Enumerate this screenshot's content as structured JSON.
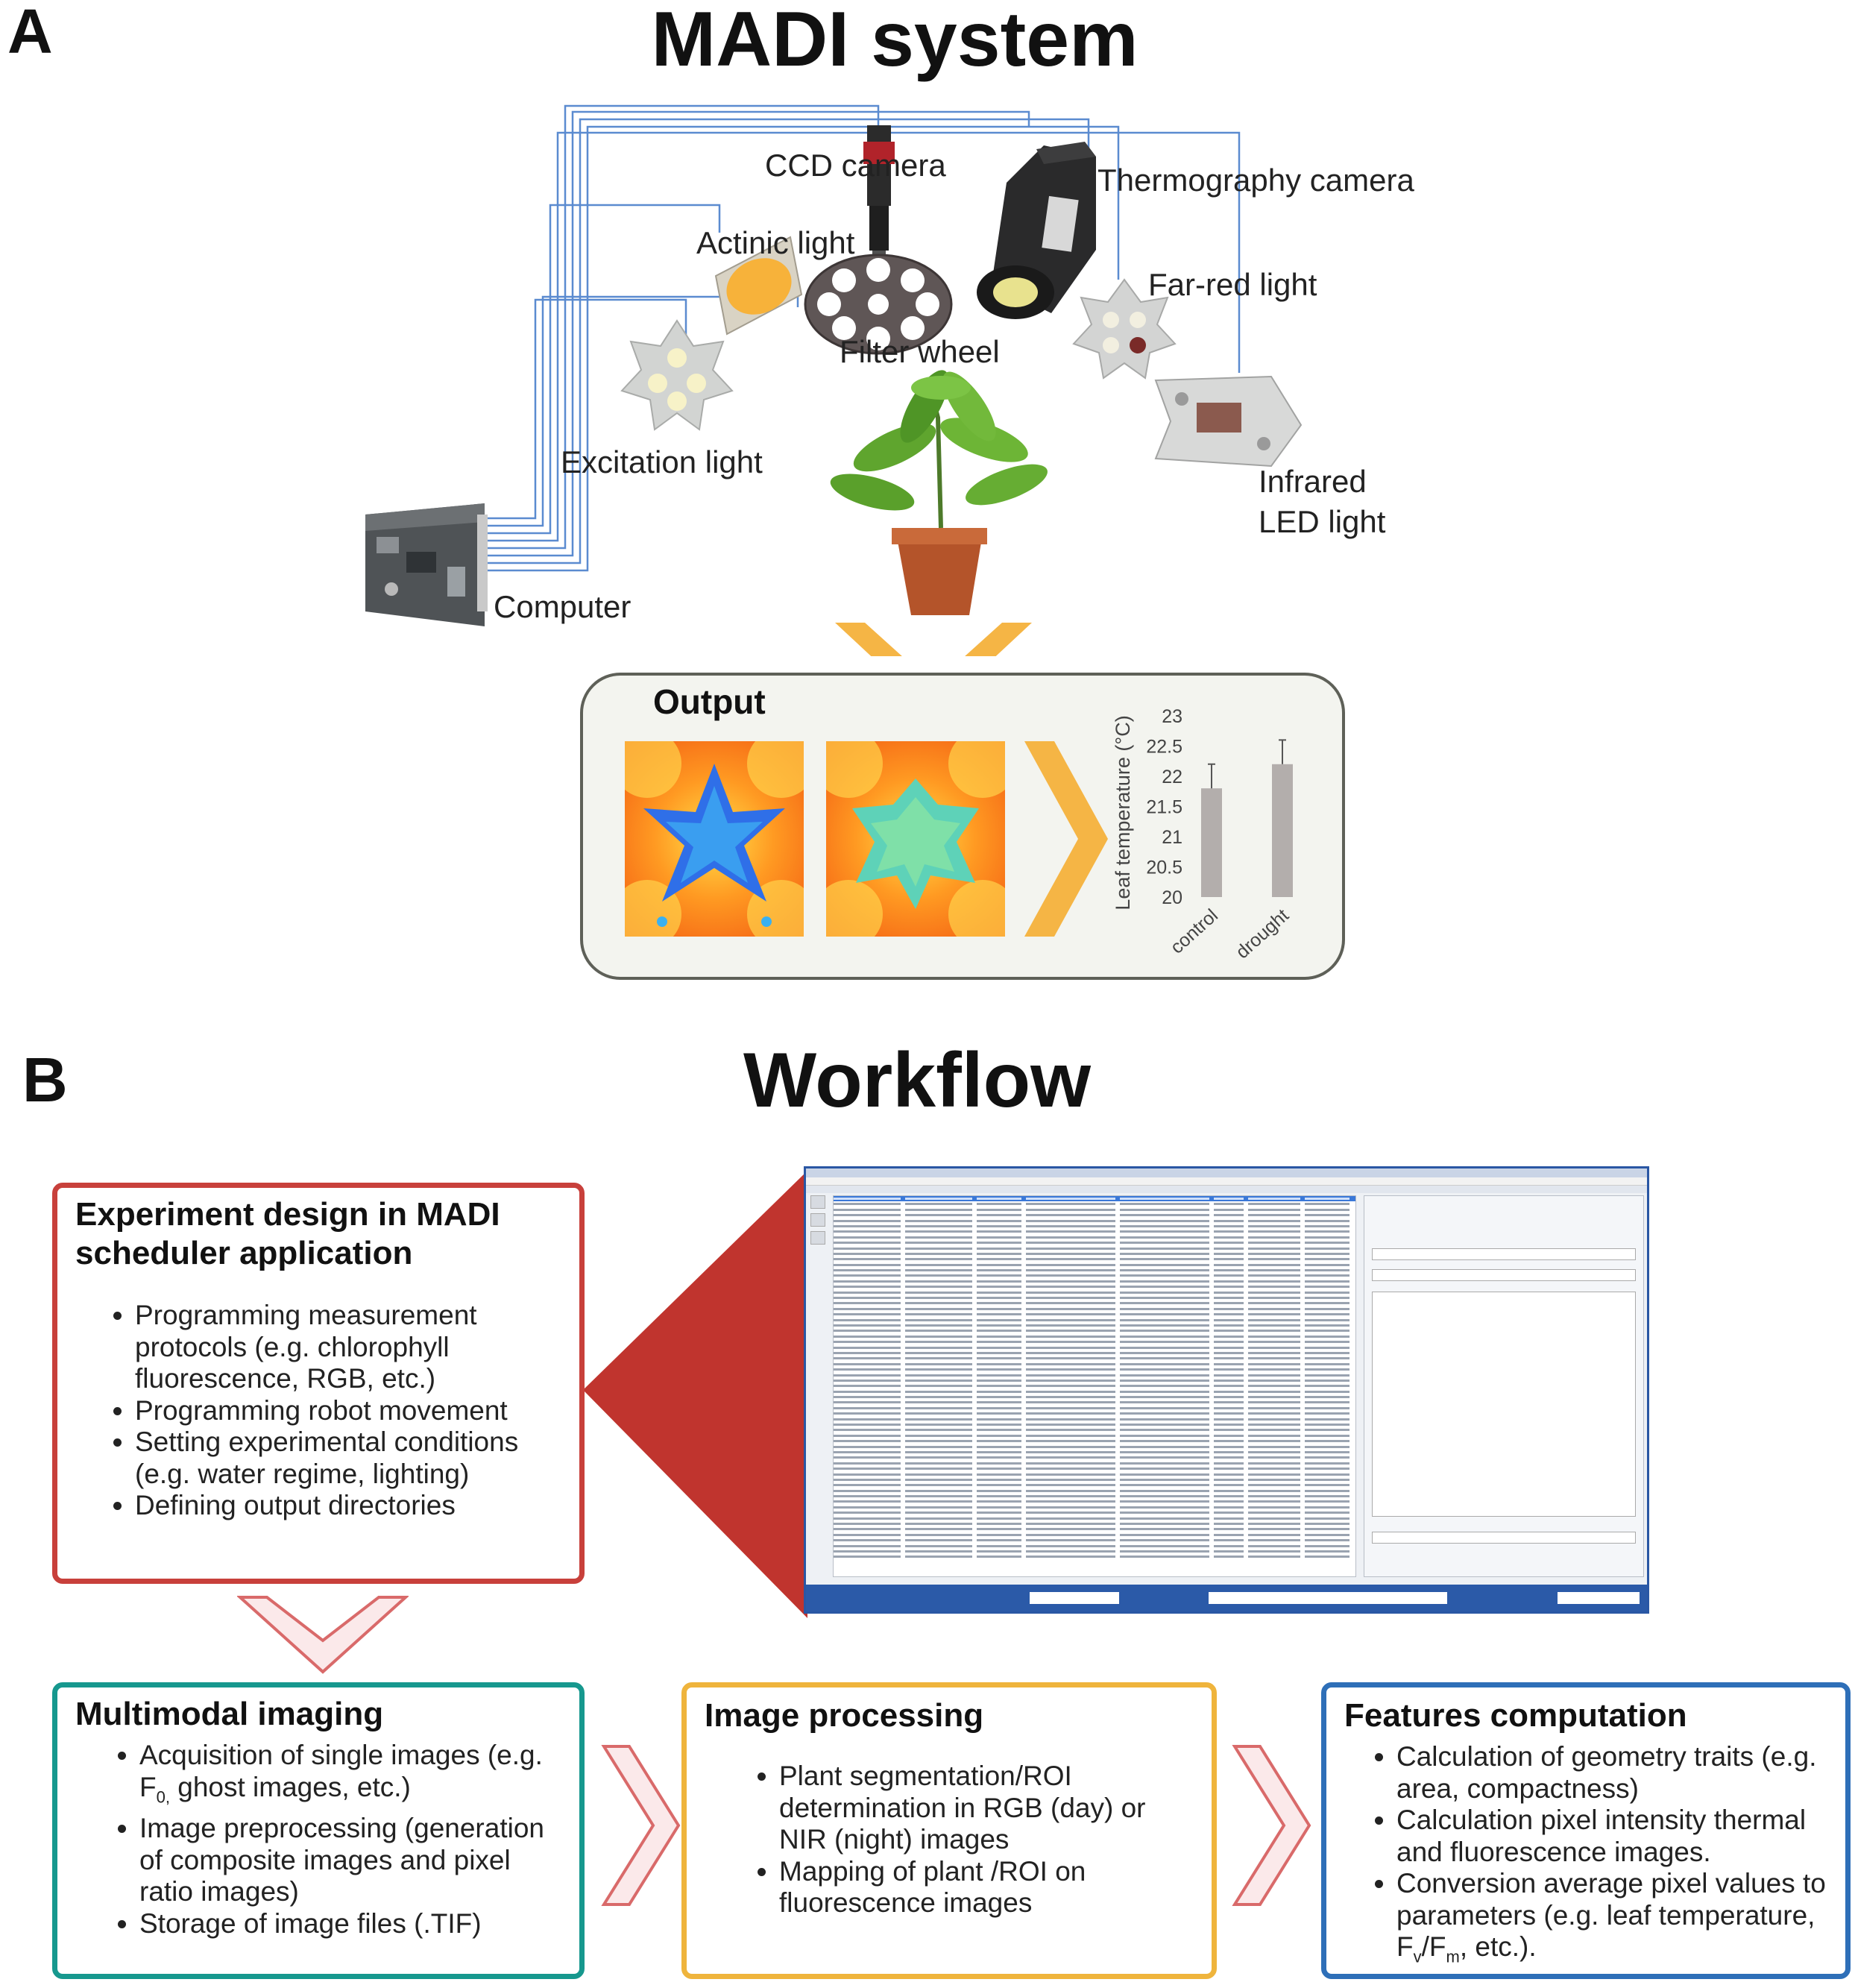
{
  "panel_a": {
    "letter": "A",
    "title": "MADI system",
    "labels": {
      "ccd_camera": "CCD camera",
      "thermography_camera": "Thermography camera",
      "actinic_light": "Actinic light",
      "far_red_light": "Far-red light",
      "filter_wheel": "Filter wheel",
      "excitation_light": "Excitation light",
      "infrared_led_line1": "Infrared",
      "infrared_led_line2": "LED light",
      "computer": "Computer"
    },
    "output_label": "Output"
  },
  "chart_data": {
    "type": "bar",
    "categories": [
      "control",
      "drought"
    ],
    "values": [
      21.8,
      22.2
    ],
    "errors": [
      0.4,
      0.4
    ],
    "ylabel": "Leaf temperature (°C)",
    "ylim": [
      20,
      23
    ],
    "yticks": [
      "23",
      "22.5",
      "22",
      "21.5",
      "21",
      "20.5",
      "20"
    ],
    "bar_color": "#b3aeac",
    "legend": "none",
    "grid": false
  },
  "panel_b": {
    "letter": "B",
    "title": "Workflow",
    "boxes": {
      "design": {
        "title_line1": "Experiment design in MADI",
        "title_line2": "scheduler application",
        "items": [
          "Programming measurement protocols (e.g. chlorophyll fluorescence, RGB, etc.)",
          "Programming robot movement",
          "Setting experimental conditions (e.g. water regime, lighting)",
          "Defining output directories"
        ],
        "color": "#c8403b"
      },
      "imaging": {
        "title": "Multimodal imaging",
        "item1_pre": "Acquisition of single images (e.g. F",
        "item1_sub": "0,",
        "item1_post": " ghost images, etc.)",
        "item2": "Image preprocessing (generation of composite images and pixel ratio images)",
        "item3": "Storage of image files (.TIF)",
        "color": "#16988e"
      },
      "processing": {
        "title": "Image processing",
        "items": [
          "Plant segmentation/ROI determination in RGB (day) or NIR (night) images",
          "Mapping of plant /ROI on fluorescence images"
        ],
        "color": "#efb43c"
      },
      "features": {
        "title": "Features computation",
        "item1": "Calculation of geometry traits (e.g. area, compactness)",
        "item2": "Calculation pixel intensity thermal and  fluorescence images.",
        "item3_pre": "Conversion  average pixel values to parameters (e.g. leaf temperature, F",
        "item3_sub1": "v",
        "item3_mid": "/F",
        "item3_sub2": "m",
        "item3_post": ", etc.).",
        "color": "#2e6fb8"
      }
    }
  },
  "colors": {
    "wire": "#5b8bd0",
    "chevron": "#f5b545",
    "red_triangle": "#c0342e",
    "chevron_outline": "#d96a6a",
    "output_box_fill": "#f3f4ef"
  }
}
